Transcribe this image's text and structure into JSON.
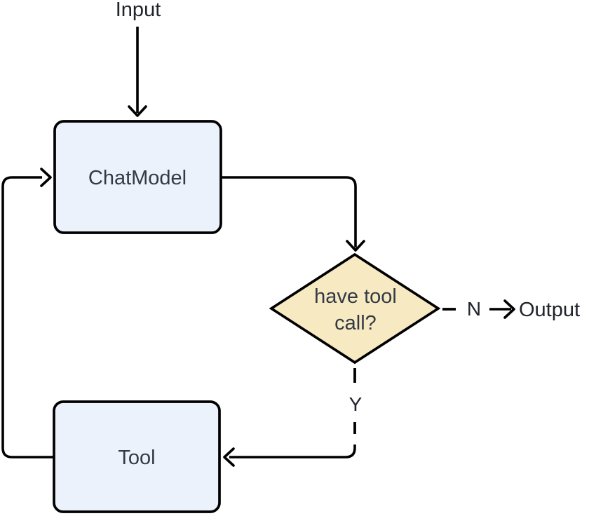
{
  "diagram": {
    "background_color": "#ffffff",
    "line_color": "#000000",
    "node_text_color": "#333a45",
    "label_text_color": "#21242b",
    "labels": {
      "input": "Input",
      "output": "Output",
      "no": "N",
      "yes": "Y"
    },
    "nodes": {
      "chat_model": {
        "label": "ChatModel",
        "fill": "#ecf2fb",
        "stroke": "#000000",
        "shape": "rounded-rect"
      },
      "decision": {
        "lines": [
          "have tool",
          "call?"
        ],
        "fill": "#f7eac2",
        "stroke": "#000000",
        "shape": "diamond"
      },
      "tool": {
        "label": "Tool",
        "fill": "#ecf2fb",
        "stroke": "#000000",
        "shape": "rounded-rect"
      }
    }
  }
}
